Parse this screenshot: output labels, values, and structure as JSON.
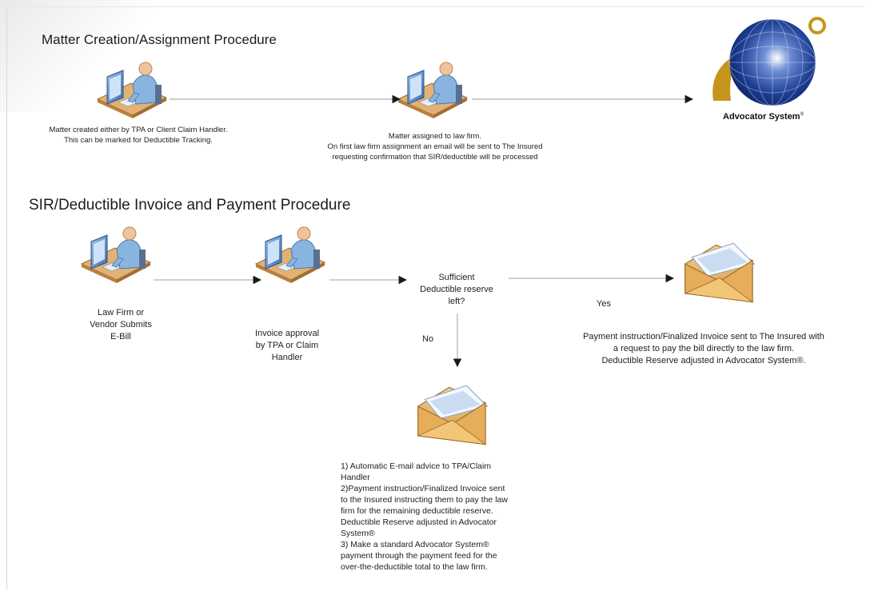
{
  "section1": {
    "title": "Matter Creation/Assignment Procedure",
    "step1_lines": [
      "Matter created either by TPA or Client Claim Handler.",
      "This can be marked for Deductible Tracking."
    ],
    "step2_lines": [
      "Matter assigned to law firm.",
      "On first law firm assignment an email will be sent to The Insured",
      "requesting confirmation that SIR/deductible will be processed"
    ],
    "logo_label": "Advocator System",
    "logo_mark": "®"
  },
  "section2": {
    "title": "SIR/Deductible Invoice and Payment Procedure",
    "step1_lines": [
      "Law Firm or",
      "Vendor Submits",
      "E-Bill"
    ],
    "step2_lines": [
      "Invoice approval",
      "by TPA or Claim",
      "Handler"
    ],
    "decision_lines": [
      "Sufficient",
      "Deductible reserve",
      "left?"
    ],
    "yes_label": "Yes",
    "no_label": "No",
    "yes_result_lines": [
      "Payment instruction/Finalized Invoice sent to The Insured with",
      "a request to pay the bill directly to the law firm.",
      "Deductible Reserve adjusted in Advocator System®."
    ],
    "no_result_lines": [
      "1) Automatic E-mail advice to TPA/Claim",
      "Handler",
      "2)Payment instruction/Finalized Invoice sent",
      "to the Insured instructing them to pay the law",
      "firm for the remaining deductible reserve.",
      "Deductible Reserve adjusted in Advocator",
      "System®",
      "3) Make a standard Advocator System®",
      "payment through the payment feed for the",
      "over-the-deductible total to the law firm."
    ]
  },
  "icons": {
    "person": "person-at-computer-icon",
    "envelope": "open-envelope-icon",
    "logo": "globe-logo-icon"
  },
  "colors": {
    "desk": "#d9a66a",
    "monitor": "#4a7fc1",
    "shirt": "#8ab4e0",
    "skin": "#f0c49a",
    "envelope": "#e8b96a",
    "globe": "#1d3f94",
    "swoosh": "#c6951d"
  }
}
